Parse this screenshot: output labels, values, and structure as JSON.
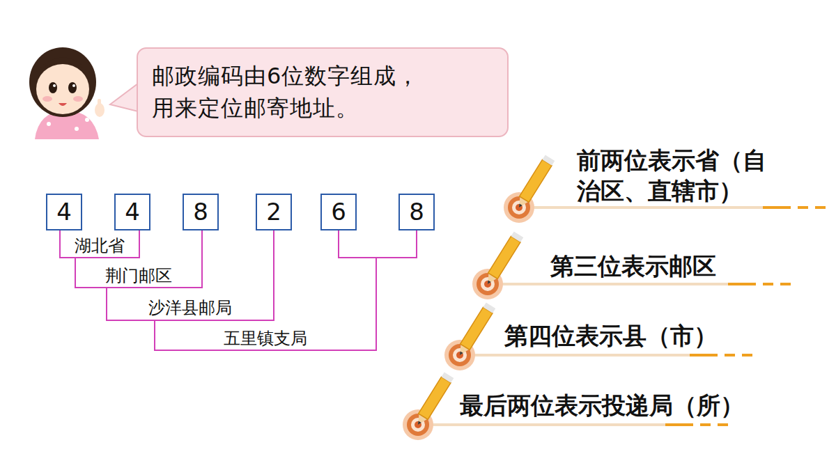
{
  "diagram": {
    "nodes": [
      {
        "text": [
          "邮政编码由6位数字组成， 用来定位邮寄地址。"
        ]
      },
      {
        "text": [
          "4"
        ]
      },
      {
        "text": [
          "4"
        ]
      },
      {
        "text": [
          "8"
        ]
      },
      {
        "text": [
          "2"
        ]
      },
      {
        "text": [
          "6"
        ]
      },
      {
        "text": [
          "8"
        ]
      }
    ],
    "labels": [
      "湖北省",
      "荆门邮区",
      "沙洋县邮局",
      "五里镇支局",
      "前两位表示省（自 治区、直辖市）",
      "第三位表示邮区",
      "第四位表示县（市）",
      "最后两位表示投递局（所）"
    ]
  }
}
